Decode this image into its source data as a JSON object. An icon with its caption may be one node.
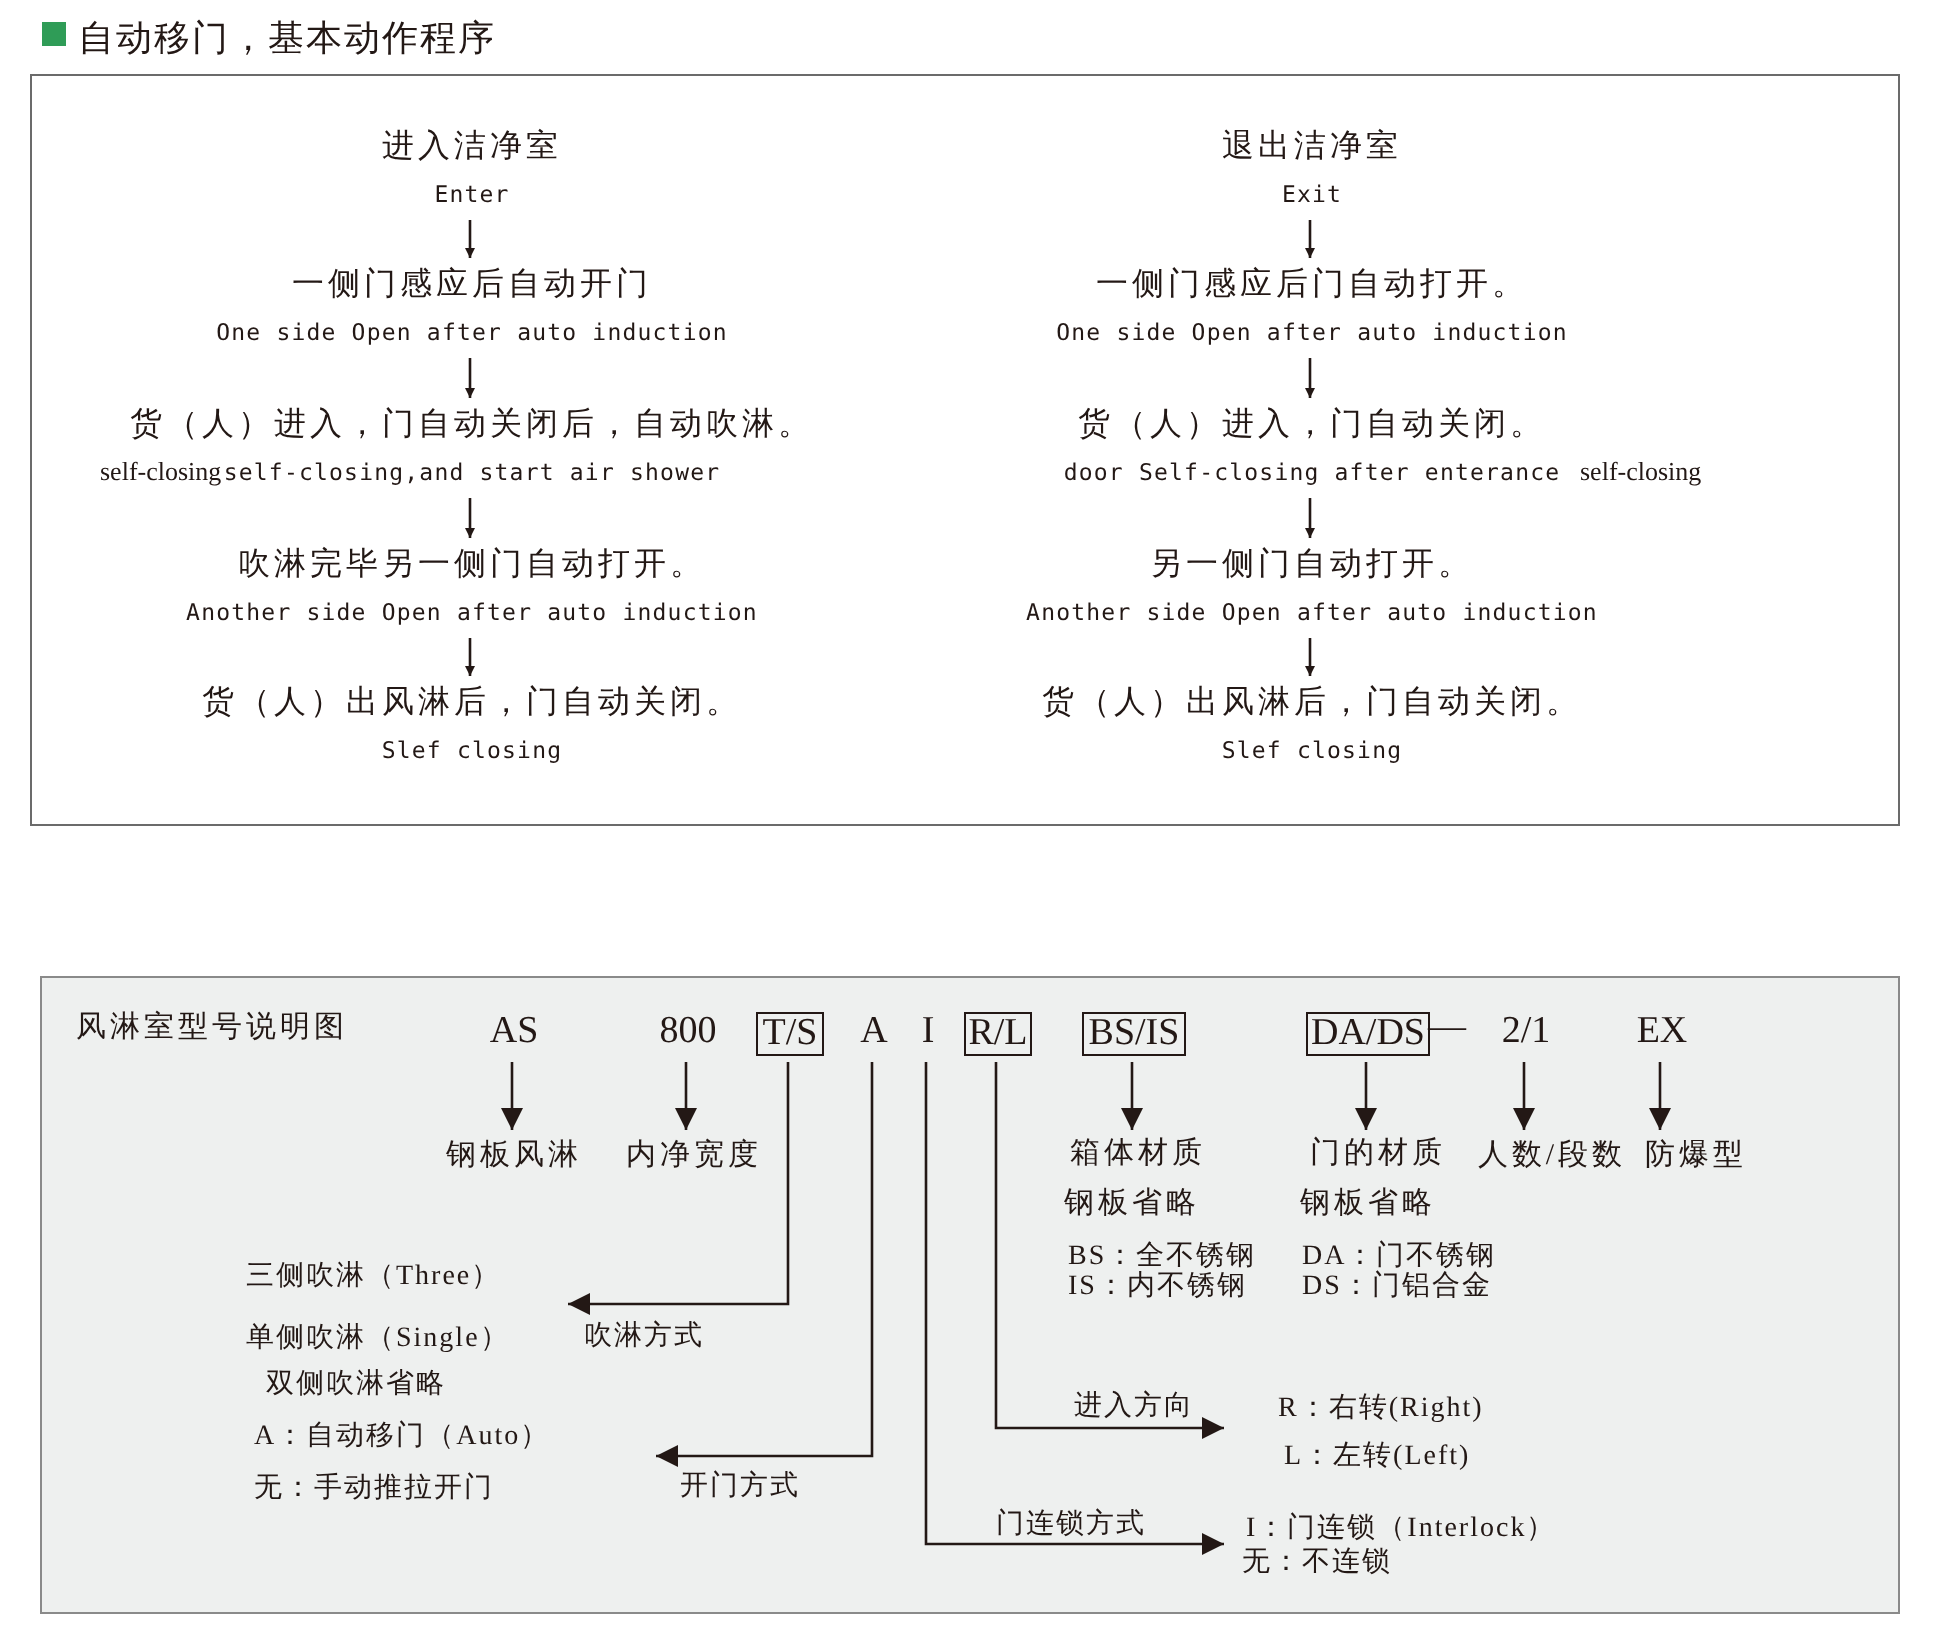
{
  "diagram": {
    "nodes": [
      {
        "text": [
          "自动移门，基本动作程序"
        ]
      },
      {
        "text": [
          "进入洁净室",
          "Enter"
        ],
        "in": 0
      },
      {
        "text": [
          "一侧门感应后自动开门",
          "One side Open after auto induction"
        ],
        "in": 0
      },
      {
        "text": [
          "货（人）进入，门自动关闭后，自动吹淋。",
          "self-closing,and start air shower"
        ],
        "in": 0
      },
      {
        "text": [
          "吹淋完毕另一侧门自动打开。",
          "Another side Open after auto induction"
        ],
        "in": 0
      },
      {
        "text": [
          "货（人）出风淋后，门自动关闭。",
          "Slef closing"
        ],
        "in": 0
      },
      {
        "text": [
          "退出洁净室",
          "Exit"
        ],
        "in": 0
      },
      {
        "text": [
          "一侧门感应后门自动打开。",
          "One side Open after auto induction"
        ],
        "in": 0
      },
      {
        "text": [
          "货（人）进入，门自动关闭。",
          "door Self-closing after enterance"
        ],
        "in": 0
      },
      {
        "text": [
          "另一侧门自动打开。",
          "Another side Open after auto induction"
        ],
        "in": 0
      },
      {
        "text": [
          "货（人）出风淋后，门自动关闭。",
          "Slef closing"
        ],
        "in": 0
      },
      {
        "text": [
          "风淋室型号说明图"
        ]
      },
      {
        "text": [
          "AS"
        ],
        "in": 11
      },
      {
        "text": [
          "800"
        ],
        "in": 11
      },
      {
        "text": [
          "T/S"
        ],
        "in": 11
      },
      {
        "text": [
          "A"
        ],
        "in": 11
      },
      {
        "text": [
          "I"
        ],
        "in": 11
      },
      {
        "text": [
          "R/L"
        ],
        "in": 11
      },
      {
        "text": [
          "BS/IS"
        ],
        "in": 11
      },
      {
        "text": [
          "DA/DS"
        ],
        "in": 11
      },
      {
        "text": [
          "2/1"
        ],
        "in": 11
      },
      {
        "text": [
          "EX"
        ],
        "in": 11
      },
      {
        "text": [
          "钢板风淋"
        ],
        "in": 11
      },
      {
        "text": [
          "内净宽度"
        ],
        "in": 11
      },
      {
        "text": [
          "箱体材质",
          "钢板省略",
          "BS：全不锈钢",
          "IS：内不锈钢"
        ],
        "in": 11
      },
      {
        "text": [
          "门的材质",
          "钢板省略",
          "DA：门不锈钢",
          "DS：门铝合金"
        ],
        "in": 11
      },
      {
        "text": [
          "人数/段数"
        ],
        "in": 11
      },
      {
        "text": [
          "防爆型"
        ],
        "in": 11
      },
      {
        "text": [
          "三侧吹淋（Three）",
          "单侧吹淋（Single）",
          "双侧吹淋省略"
        ],
        "in": 11
      },
      {
        "text": [
          "A：自动移门（Auto）",
          "无：手动推拉开门"
        ],
        "in": 11
      },
      {
        "text": [
          "R：右转(Right)",
          "L：左转(Left)"
        ],
        "in": 11
      },
      {
        "text": [
          "I：门连锁（Interlock）",
          "无：不连锁"
        ],
        "in": 11
      }
    ],
    "edges": [
      {
        "from": 1,
        "to": 2,
        "arrow": "to"
      },
      {
        "from": 2,
        "to": 3,
        "arrow": "to"
      },
      {
        "from": 3,
        "to": 4,
        "arrow": "to"
      },
      {
        "from": 4,
        "to": 5,
        "arrow": "to"
      },
      {
        "from": 6,
        "to": 7,
        "arrow": "to"
      },
      {
        "from": 7,
        "to": 8,
        "arrow": "to"
      },
      {
        "from": 8,
        "to": 9,
        "arrow": "to"
      },
      {
        "from": 9,
        "to": 10,
        "arrow": "to"
      },
      {
        "from": 12,
        "to": 22,
        "arrow": "to"
      },
      {
        "from": 13,
        "to": 23,
        "arrow": "to"
      },
      {
        "from": 18,
        "to": 24,
        "arrow": "to"
      },
      {
        "from": 19,
        "to": 25,
        "arrow": "to"
      },
      {
        "from": 20,
        "to": 26,
        "arrow": "to"
      },
      {
        "from": 21,
        "to": 27,
        "arrow": "to"
      },
      {
        "from": 14,
        "to": 28,
        "arrow": "to",
        "label": "吹淋方式"
      },
      {
        "from": 15,
        "to": 29,
        "arrow": "to",
        "label": "开门方式"
      },
      {
        "from": 17,
        "to": 30,
        "arrow": "to",
        "label": "进入方向"
      },
      {
        "from": 16,
        "to": 31,
        "arrow": "to",
        "label": "门连锁方式"
      }
    ],
    "labels": [
      "self-closing",
      "self-closing",
      "—"
    ]
  }
}
